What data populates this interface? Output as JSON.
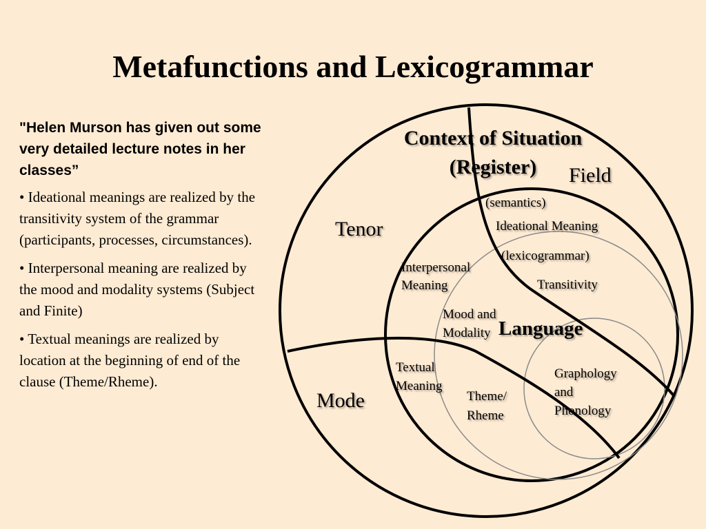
{
  "slide": {
    "title": "Metafunctions and Lexicogrammar"
  },
  "left_panel": {
    "quote": "\"Helen Murson has given out some very detailed lecture notes in her classes”",
    "bullets": [
      "•  Ideational meanings are realized by the transitivity system of the grammar (participants, processes, circumstances).",
      "•  Interpersonal meaning are realized by the mood and modality systems (Subject and Finite)",
      "•  Textual meanings are realized by location at the beginning of end of the clause (Theme/Rheme)."
    ]
  },
  "diagram": {
    "context_title_line1": "Context of Situation",
    "context_title_line2": "(Register)",
    "field": "Field",
    "tenor": "Tenor",
    "mode": "Mode",
    "semantics": "(semantics)",
    "ideational_meaning": "Ideational Meaning",
    "lexicogrammar": "(lexicogrammar)",
    "interpersonal_line1": "Interpersonal",
    "interpersonal_line2": "Meaning",
    "transitivity": "Transitivity",
    "mood_line1": "Mood and",
    "mood_line2": "Modality",
    "language": "Language",
    "textual_line1": "Textual",
    "textual_line2": "Meaning",
    "theme_line1": "Theme/",
    "theme_line2": "Rheme",
    "graph_line1": "Graphology",
    "graph_line2": "and",
    "graph_line3": "Phonology"
  }
}
